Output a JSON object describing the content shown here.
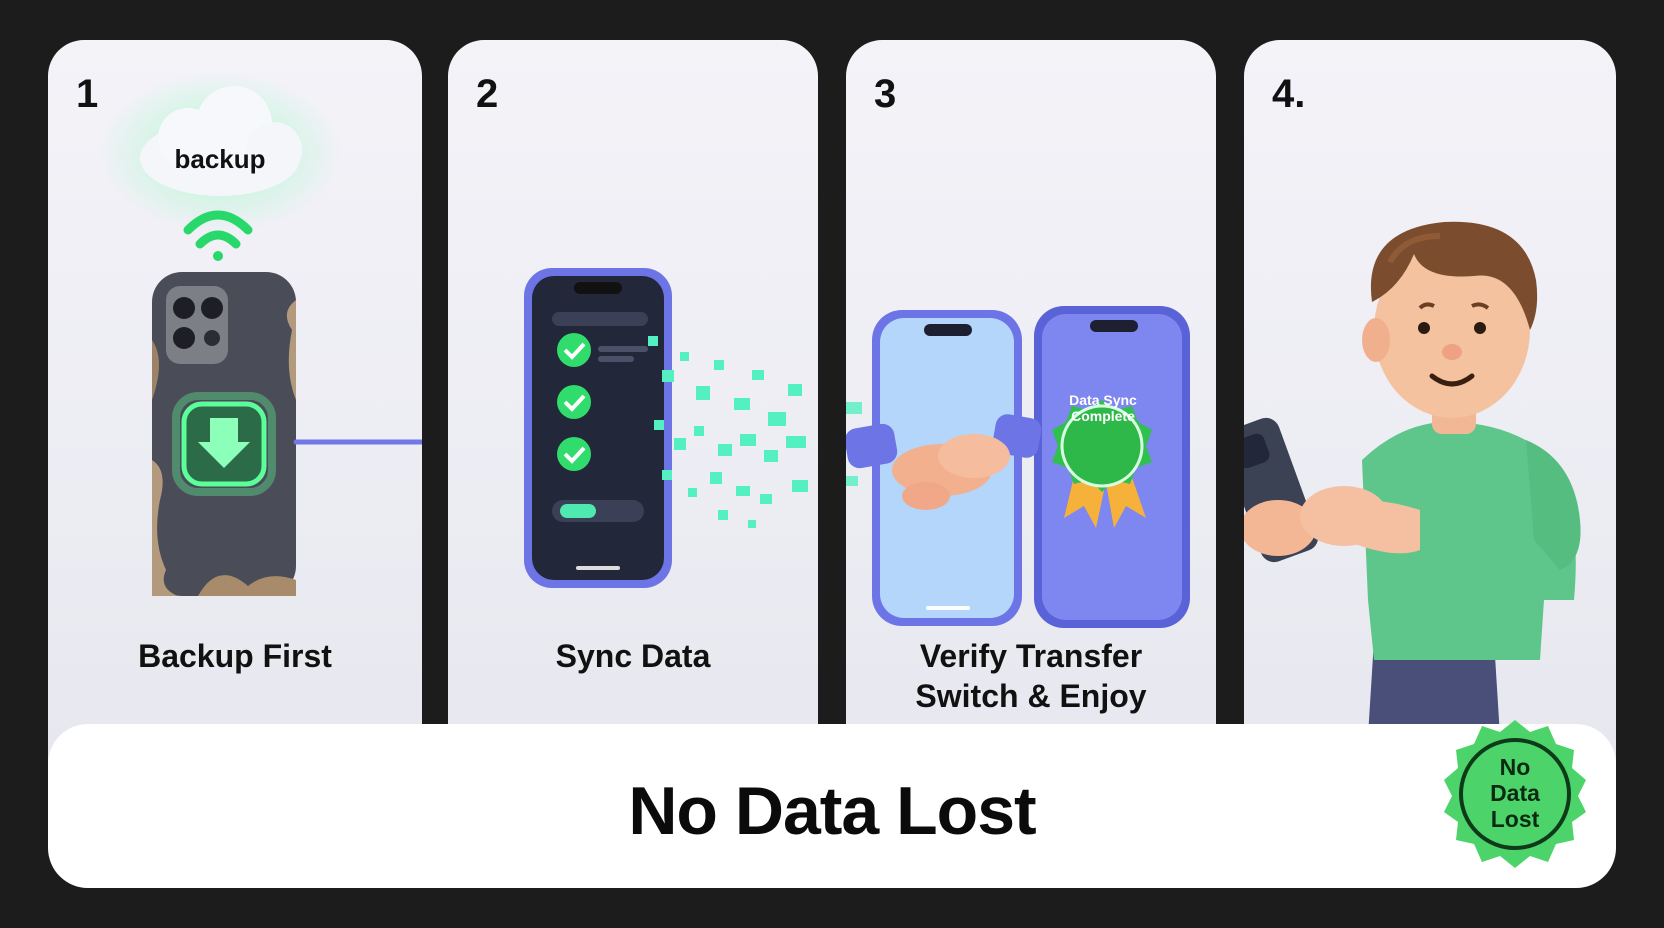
{
  "steps": [
    {
      "number": "1",
      "caption": "Backup First",
      "cloud_label": "backup"
    },
    {
      "number": "2",
      "caption": "Sync Data"
    },
    {
      "number": "3",
      "caption_line1": "Verify Transfer",
      "caption_line2": "Switch & Enjoy",
      "seal_text": "Data Sync Complete"
    },
    {
      "number": "4."
    }
  ],
  "banner": {
    "title": "No Data Lost"
  },
  "badge": {
    "text": "No Data Lost"
  },
  "colors": {
    "accent_green": "#3ee07a",
    "accent_purple": "#6f78e6",
    "badge_green": "#4cd46a",
    "background": "#1c1c1c",
    "panel": "#f1f1f6"
  },
  "icons": [
    "cloud-icon",
    "wifi-icon",
    "download-shield-icon",
    "arrow-right-icon",
    "checkmark-icon",
    "handshake-icon",
    "award-seal-icon",
    "person-with-phone-illustration"
  ]
}
